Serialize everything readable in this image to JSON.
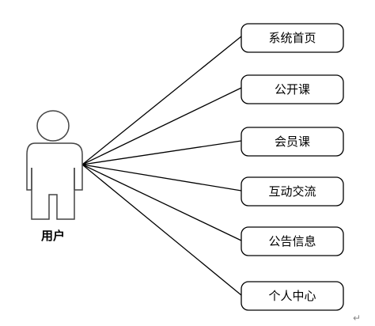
{
  "actor": {
    "label": "用户"
  },
  "use_cases": [
    {
      "id": "home",
      "label": "系统首页"
    },
    {
      "id": "public-course",
      "label": "公开课"
    },
    {
      "id": "member-course",
      "label": "会员课"
    },
    {
      "id": "interaction",
      "label": "互动交流"
    },
    {
      "id": "announcement",
      "label": "公告信息"
    },
    {
      "id": "personal-center",
      "label": "个人中心"
    }
  ],
  "colors": {
    "line": "#000000",
    "actor_stroke": "#444444",
    "box_stroke": "#000000",
    "background": "#ffffff"
  },
  "icons": {
    "return_mark": "↵"
  }
}
